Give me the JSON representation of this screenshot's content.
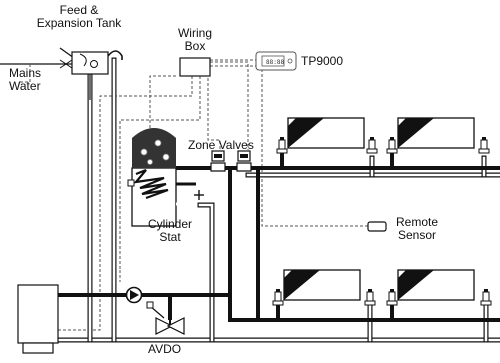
{
  "labels": {
    "feed_tank": [
      "Feed &",
      "Expansion Tank"
    ],
    "mains_water": [
      "Mains",
      "Water"
    ],
    "wiring_box": [
      "Wiring",
      "Box"
    ],
    "thermostat_model": "TP9000",
    "zone_valves": "Zone Valves",
    "cylinder_stat": [
      "Cylinder",
      "Stat"
    ],
    "remote_sensor": [
      "Remote",
      "Sensor"
    ],
    "avdo": "AVDO"
  },
  "thermostat_display": "88:88",
  "colors": {
    "pipe": "#111111",
    "pipe_return": "#ffffff",
    "wiring": "#555555",
    "background": "#ffffff",
    "cylinder_insulation": "#333333",
    "radiator_shade": "#111111"
  }
}
